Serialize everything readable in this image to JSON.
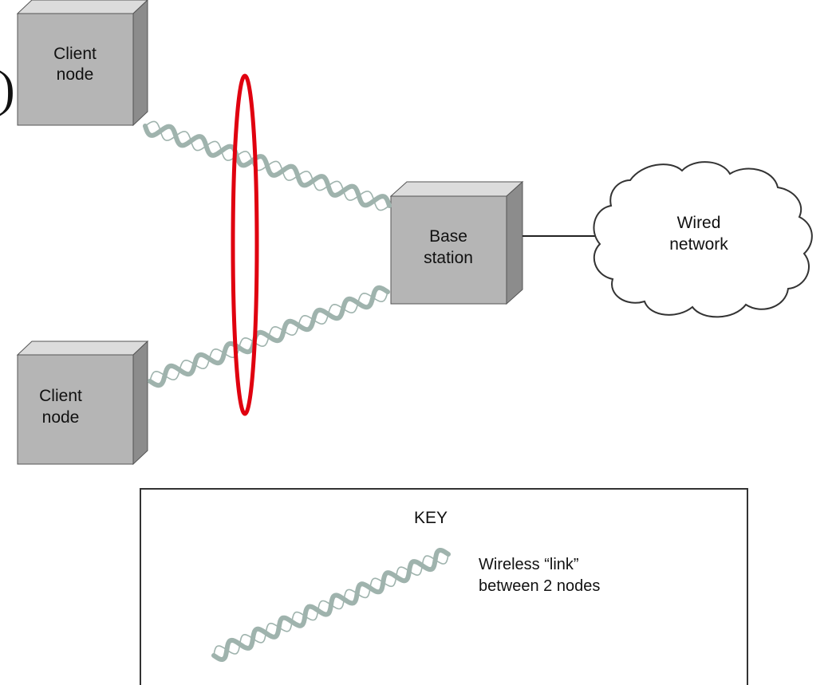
{
  "nodes": {
    "client_top": {
      "line1": "Client",
      "line2": "node"
    },
    "client_bottom": {
      "line1": "Client",
      "line2": "node"
    },
    "base_station": {
      "line1": "Base",
      "line2": "station"
    },
    "wired_network": {
      "line1": "Wired",
      "line2": "network"
    }
  },
  "key": {
    "title": "KEY",
    "description_line1": "Wireless “link”",
    "description_line2": "between 2 nodes"
  },
  "partial_glyph": ")",
  "colors": {
    "box_front": "#b5b5b5",
    "box_top": "#dcdcdc",
    "box_side": "#8c8c8c",
    "wave": "#9fb3ad",
    "highlight": "#e0000f"
  }
}
